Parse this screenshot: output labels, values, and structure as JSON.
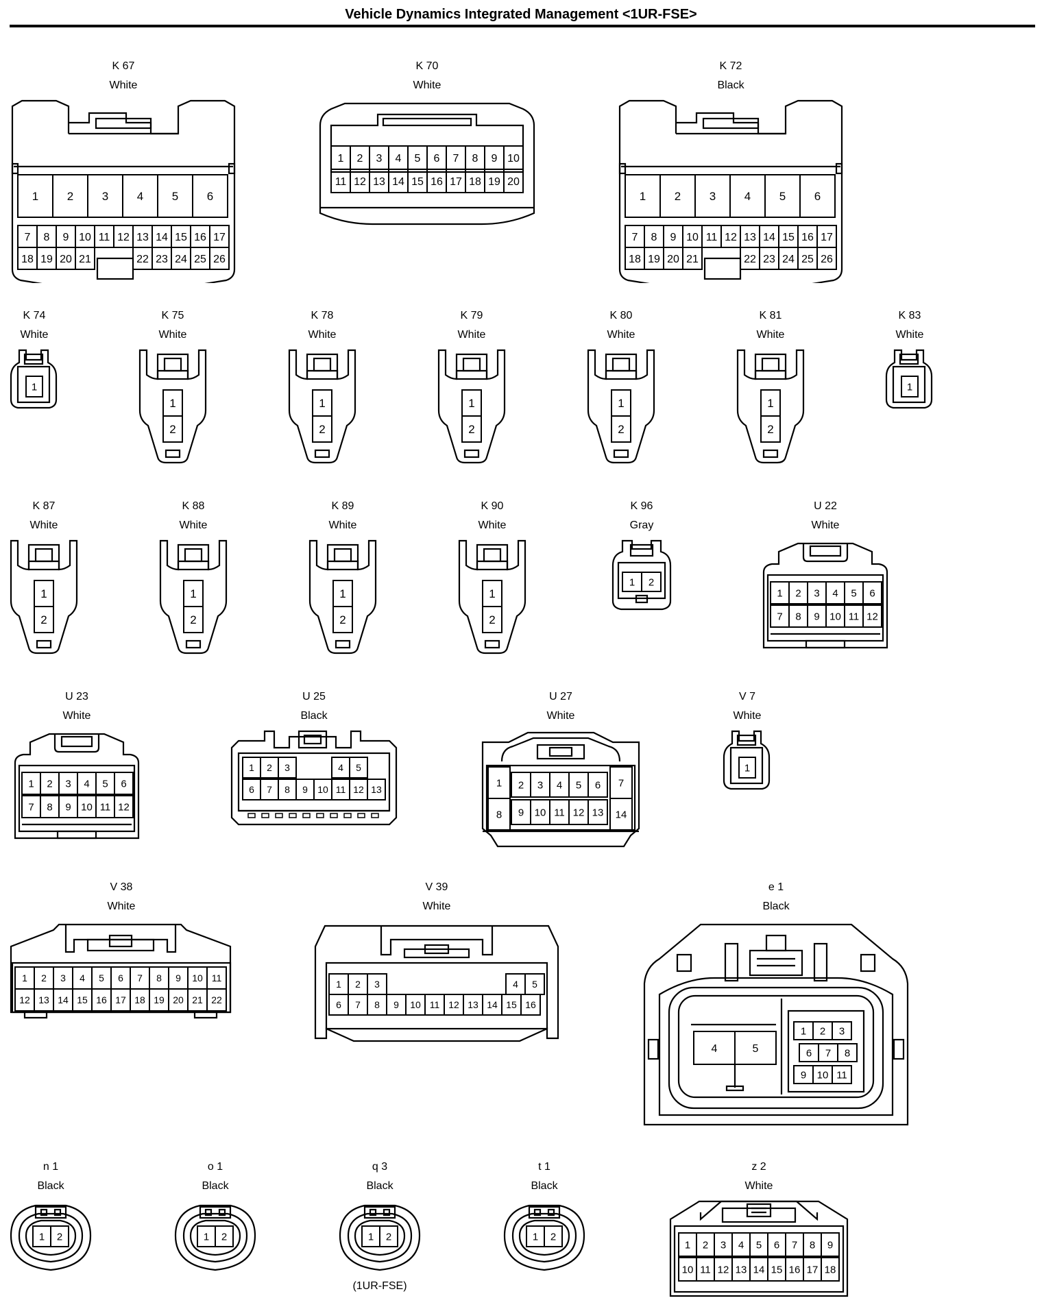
{
  "title": "Vehicle Dynamics Integrated Management <1UR-FSE>",
  "note": "(1UR-FSE)",
  "connectors": [
    {
      "id": "K 67",
      "color": "White",
      "type": "big26"
    },
    {
      "id": "K 70",
      "color": "White",
      "type": "k70"
    },
    {
      "id": "K 72",
      "color": "Black",
      "type": "big26"
    },
    {
      "id": "K 74",
      "color": "White",
      "type": "small1"
    },
    {
      "id": "K 75",
      "color": "White",
      "type": "t2"
    },
    {
      "id": "K 78",
      "color": "White",
      "type": "t2"
    },
    {
      "id": "K 79",
      "color": "White",
      "type": "t2"
    },
    {
      "id": "K 80",
      "color": "White",
      "type": "t2"
    },
    {
      "id": "K 81",
      "color": "White",
      "type": "t2"
    },
    {
      "id": "K 83",
      "color": "White",
      "type": "small1"
    },
    {
      "id": "K 87",
      "color": "White",
      "type": "t2"
    },
    {
      "id": "K 88",
      "color": "White",
      "type": "t2"
    },
    {
      "id": "K 89",
      "color": "White",
      "type": "t2"
    },
    {
      "id": "K 90",
      "color": "White",
      "type": "t2"
    },
    {
      "id": "K 96",
      "color": "Gray",
      "type": "small2"
    },
    {
      "id": "U 22",
      "color": "White",
      "type": "u12"
    },
    {
      "id": "U 23",
      "color": "White",
      "type": "u12"
    },
    {
      "id": "U 25",
      "color": "Black",
      "type": "u25"
    },
    {
      "id": "U 27",
      "color": "White",
      "type": "u27"
    },
    {
      "id": "V 7",
      "color": "White",
      "type": "small1"
    },
    {
      "id": "V 38",
      "color": "White",
      "type": "v38"
    },
    {
      "id": "V 39",
      "color": "White",
      "type": "v39"
    },
    {
      "id": "e 1",
      "color": "Black",
      "type": "e1"
    },
    {
      "id": "n 1",
      "color": "Black",
      "type": "round2"
    },
    {
      "id": "o 1",
      "color": "Black",
      "type": "round2"
    },
    {
      "id": "q 3",
      "color": "Black",
      "type": "round2"
    },
    {
      "id": "t 1",
      "color": "Black",
      "type": "round2"
    },
    {
      "id": "z 2",
      "color": "White",
      "type": "z18"
    }
  ],
  "pins": {
    "big26": [
      [
        "1",
        "2",
        "3",
        "4",
        "5",
        "6"
      ],
      [
        "7",
        "8",
        "9",
        "10",
        "11",
        "12",
        "13",
        "14",
        "15",
        "16",
        "17"
      ],
      [
        "18",
        "19",
        "20",
        "21",
        "",
        "22",
        "23",
        "24",
        "25",
        "26"
      ]
    ],
    "k70": [
      [
        "1",
        "2",
        "3",
        "4",
        "5",
        "6",
        "7",
        "8",
        "9",
        "10"
      ],
      [
        "11",
        "12",
        "13",
        "14",
        "15",
        "16",
        "17",
        "18",
        "19",
        "20"
      ]
    ],
    "t2": [
      "1",
      "2"
    ],
    "small1": [
      "1"
    ],
    "small2": [
      "1",
      "2"
    ],
    "u12": [
      [
        "1",
        "2",
        "3",
        "4",
        "5",
        "6"
      ],
      [
        "7",
        "8",
        "9",
        "10",
        "11",
        "12"
      ]
    ],
    "u25": [
      [
        "1",
        "2",
        "3",
        "",
        "",
        "",
        "",
        "4",
        "5"
      ],
      [
        "6",
        "7",
        "8",
        "9",
        "10",
        "11",
        "12",
        "13"
      ]
    ],
    "u27": [
      [
        "1",
        "2",
        "3",
        "4",
        "5",
        "6",
        "7"
      ],
      [
        "8",
        "9",
        "10",
        "11",
        "12",
        "13",
        "14"
      ]
    ],
    "v38": [
      [
        "1",
        "2",
        "3",
        "4",
        "5",
        "6",
        "7",
        "8",
        "9",
        "10",
        "11"
      ],
      [
        "12",
        "13",
        "14",
        "15",
        "16",
        "17",
        "18",
        "19",
        "20",
        "21",
        "22"
      ]
    ],
    "v39": [
      [
        "1",
        "2",
        "3",
        "",
        "",
        "",
        "",
        "",
        "",
        "4",
        "5"
      ],
      [
        "6",
        "7",
        "8",
        "9",
        "10",
        "11",
        "12",
        "13",
        "14",
        "15",
        "16"
      ]
    ],
    "e1": {
      "big": [
        "4",
        "5"
      ],
      "small": [
        [
          "1",
          "2",
          "3"
        ],
        [
          "6",
          "7",
          "8"
        ],
        [
          "9",
          "10",
          "11"
        ]
      ]
    },
    "round2": [
      "1",
      "2"
    ],
    "z18": [
      [
        "1",
        "2",
        "3",
        "4",
        "5",
        "6",
        "7",
        "8",
        "9"
      ],
      [
        "10",
        "11",
        "12",
        "13",
        "14",
        "15",
        "16",
        "17",
        "18"
      ]
    ]
  }
}
